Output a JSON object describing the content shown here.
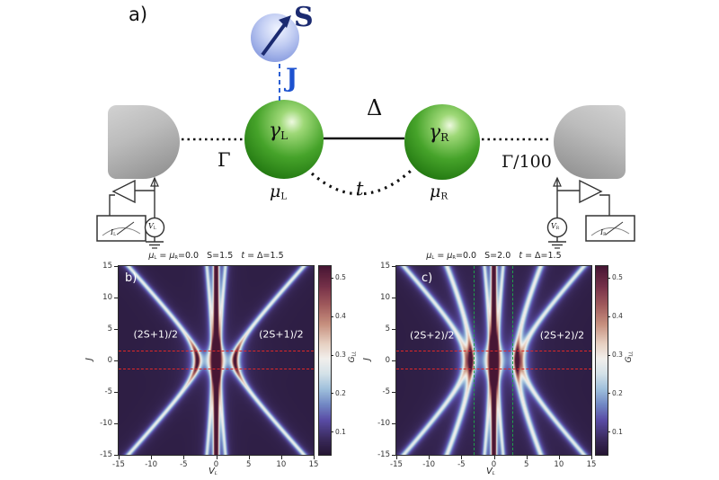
{
  "figure": {
    "panel_a_label": "a)",
    "diagram": {
      "spin_label": "S",
      "exchange_label": "J",
      "delta_label": "Δ",
      "t_label": "t",
      "gamma_left": {
        "base": "γ",
        "sub": "L"
      },
      "gamma_right": {
        "base": "γ",
        "sub": "R"
      },
      "mu_left": {
        "base": "μ",
        "sub": "L"
      },
      "mu_right": {
        "base": "μ",
        "sub": "R"
      },
      "coupling_left": "Γ",
      "coupling_right": "Γ/100",
      "left_circuit": {
        "ammeter_base": "I",
        "ammeter_sub": "L",
        "voltmeter_base": "V",
        "voltmeter_sub": "L"
      },
      "right_circuit": {
        "ammeter_base": "I",
        "ammeter_sub": "R",
        "voltmeter_base": "V",
        "voltmeter_sub": "R"
      }
    }
  },
  "colors": {
    "accent_blue": "#1d52cf",
    "navy": "#1b2a70",
    "red_dashed": "#e02828",
    "green_dashed": "#1fa04a",
    "colormap_stops": [
      [
        0.04,
        "#261634"
      ],
      [
        0.08,
        "#3a2a5c"
      ],
      [
        0.13,
        "#5a4da6"
      ],
      [
        0.17,
        "#7288c4"
      ],
      [
        0.21,
        "#9fc0dc"
      ],
      [
        0.25,
        "#d4e2e8"
      ],
      [
        0.29,
        "#f2efec"
      ],
      [
        0.33,
        "#e6cfc0"
      ],
      [
        0.38,
        "#c68f7e"
      ],
      [
        0.43,
        "#a05a5c"
      ],
      [
        0.48,
        "#743048"
      ],
      [
        0.53,
        "#471634"
      ]
    ]
  },
  "chart_data": [
    {
      "type": "heatmap",
      "panel_label": "b)",
      "title": "μ_L = μ_R=0.0   S=1.5   t = Δ=1.5",
      "title_parts": [
        {
          "t": "μ",
          "s": "it"
        },
        {
          "t": "L",
          "s": "sub"
        },
        {
          "t": " = ",
          "s": "n"
        },
        {
          "t": "μ",
          "s": "it"
        },
        {
          "t": "R",
          "s": "sub"
        },
        {
          "t": "=0.0   S=1.5   ",
          "s": "n"
        },
        {
          "t": "t",
          "s": "it"
        },
        {
          "t": " = Δ=1.5",
          "s": "n"
        }
      ],
      "xlabel": {
        "base": "V",
        "sub": "L"
      },
      "ylabel": "J",
      "xlim": [
        -15,
        15
      ],
      "ylim": [
        -15,
        15
      ],
      "xticks": [
        -15,
        -10,
        -5,
        0,
        5,
        10,
        15
      ],
      "yticks": [
        15,
        10,
        5,
        0,
        -5,
        -10,
        -15
      ],
      "colorbar": {
        "label_base": "G",
        "label_sub": "LL",
        "ticks": [
          0.5,
          0.4,
          0.3,
          0.2,
          0.1
        ],
        "range": [
          0.04,
          0.53
        ]
      },
      "annotations": [
        {
          "text": "(2S+1)/2",
          "v": -9.3,
          "j": 4.1
        },
        {
          "text": "(2S+1)/2",
          "v": 10.0,
          "j": 4.1
        }
      ],
      "hlines": [
        {
          "j": 1.4
        },
        {
          "j": -1.4
        }
      ],
      "vlines": [],
      "base_value": 0.055,
      "features": [
        {
          "kind": "hyperbola",
          "vertex": 2.9,
          "slope": 0.88,
          "width": 0.45,
          "amp": 0.23,
          "amp_peak": 0.28,
          "peak_sigma": 2.6
        },
        {
          "kind": "hyperbola",
          "vertex": 0.5,
          "slope": 0.09,
          "width": 0.3,
          "amp": 0.2
        },
        {
          "kind": "vline",
          "v0": 0,
          "width": 0.22,
          "amp": 0.5
        },
        {
          "kind": "eye",
          "amp": 0.25,
          "w_base": 0.4,
          "w_peak": 0.9,
          "j_sigma": 2.5
        }
      ]
    },
    {
      "type": "heatmap",
      "panel_label": "c)",
      "title": "μ_L = μ_R=0.0   S=2.0   t = Δ=1.5",
      "title_parts": [
        {
          "t": "μ",
          "s": "it"
        },
        {
          "t": "L",
          "s": "sub"
        },
        {
          "t": " = ",
          "s": "n"
        },
        {
          "t": "μ",
          "s": "it"
        },
        {
          "t": "R",
          "s": "sub"
        },
        {
          "t": "=0.0   S=2.0   ",
          "s": "n"
        },
        {
          "t": "t",
          "s": "it"
        },
        {
          "t": " = Δ=1.5",
          "s": "n"
        }
      ],
      "xlabel": {
        "base": "V",
        "sub": "L"
      },
      "ylabel": "J",
      "xlim": [
        -15,
        15
      ],
      "ylim": [
        -15,
        15
      ],
      "xticks": [
        -15,
        -10,
        -5,
        0,
        5,
        10,
        15
      ],
      "yticks": [
        15,
        10,
        5,
        0,
        -5,
        -10,
        -15
      ],
      "colorbar": {
        "label_base": "G",
        "label_sub": "LL",
        "ticks": [
          0.5,
          0.4,
          0.3,
          0.2,
          0.1
        ],
        "range": [
          0.04,
          0.53
        ]
      },
      "annotations": [
        {
          "text": "(2S+2)/2",
          "v": -9.5,
          "j": 4.0
        },
        {
          "text": "(2S+2)/2",
          "v": 10.5,
          "j": 4.0
        }
      ],
      "hlines": [
        {
          "j": 1.4
        },
        {
          "j": -1.4
        }
      ],
      "vlines": [
        {
          "v": -3
        },
        {
          "v": 3
        }
      ],
      "base_value": 0.055,
      "features": [
        {
          "kind": "hyperbola",
          "vertex": 3.55,
          "slope": 0.42,
          "width": 0.45,
          "amp": 0.23,
          "amp_peak": 0.28,
          "peak_sigma": 2.6
        },
        {
          "kind": "hyperbola",
          "vertex": 4.3,
          "slope": 0.88,
          "width": 0.5,
          "amp": 0.22
        },
        {
          "kind": "hyperbola",
          "vertex": 0.5,
          "slope": 0.09,
          "width": 0.3,
          "amp": 0.2
        },
        {
          "kind": "vline",
          "v0": 0,
          "width": 0.22,
          "amp": 0.5
        },
        {
          "kind": "eye",
          "amp": 0.25,
          "w_base": 0.4,
          "w_peak": 0.9,
          "j_sigma": 3.0
        }
      ]
    }
  ]
}
